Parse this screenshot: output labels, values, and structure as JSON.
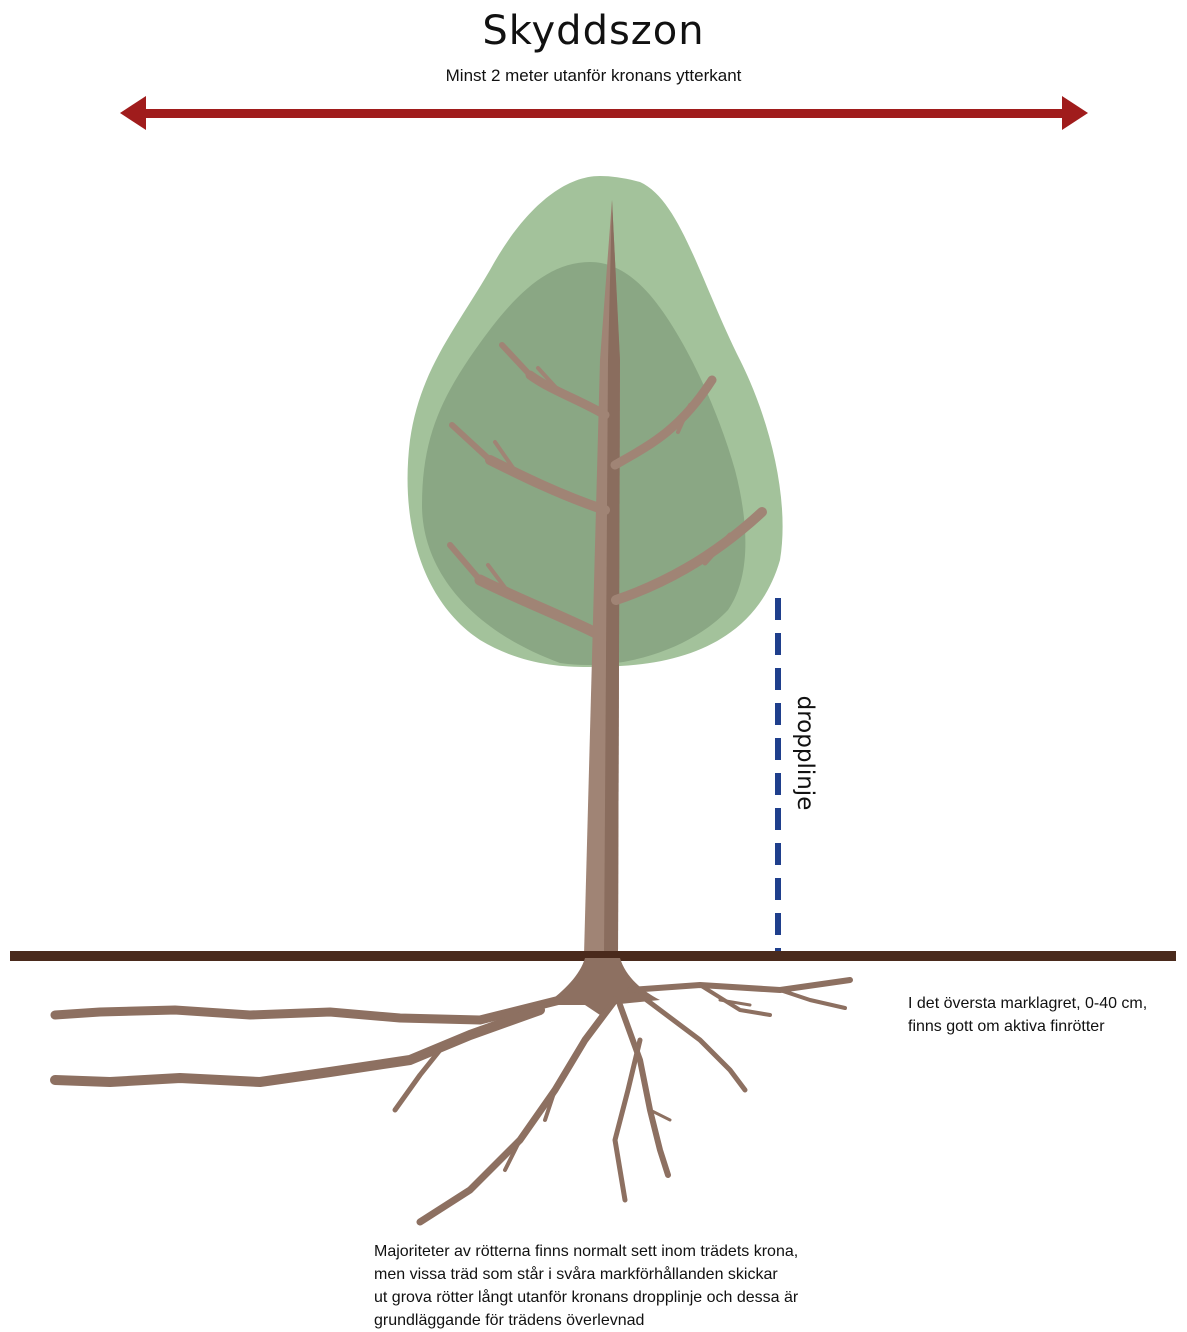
{
  "title": "Skyddszon",
  "subtitle": "Minst 2 meter utanför kronans ytterkant",
  "dropline_label": "dropplinje",
  "topsoil_note": {
    "lines": [
      "I det översta marklagret, 0-40 cm,",
      "finns gott om aktiva finrötter"
    ]
  },
  "roots_note": {
    "lines": [
      "Majoriteter av rötterna finns normalt sett inom trädets krona,",
      "men vissa träd som står i svåra markförhållanden skickar",
      "ut grova rötter långt utanför kronans  dropplinje och dessa är",
      "grundläggande för trädens överlevnad"
    ]
  },
  "colors": {
    "arrow": "#a01c1c",
    "crown_outer": "#a3c29b",
    "crown_inner": "#8aa784",
    "trunk": "#a08475",
    "trunk_shade": "#8a6d5e",
    "roots": "#8d7061",
    "ground": "#4a2a1c",
    "dropline": "#1f3f8c"
  },
  "icons": [
    "double-arrow-icon",
    "tree-icon",
    "roots-icon"
  ]
}
